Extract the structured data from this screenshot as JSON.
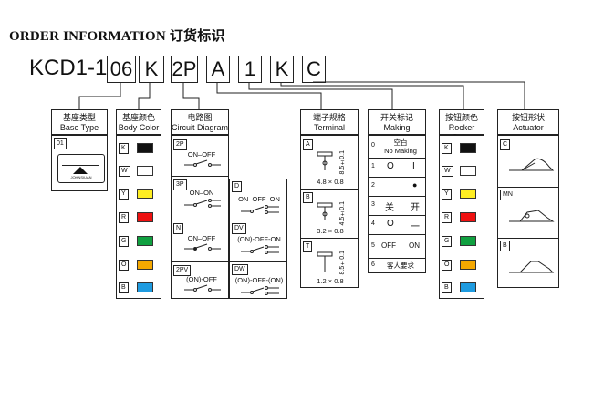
{
  "title": "ORDER INFORMATION 订货标识",
  "code": {
    "prefix": "KCD1-1",
    "parts": [
      "06",
      "K",
      "2P",
      "A",
      "1",
      "K",
      "C"
    ]
  },
  "colors": {
    "black": "#111111",
    "white": "#ffffff",
    "yellow": "#ffee22",
    "red": "#ee1111",
    "green": "#10a040",
    "orange": "#f5a800",
    "blue": "#1e9be0"
  },
  "base_type": {
    "header_cn": "基座类型",
    "header_en": "Base Type",
    "code": "01",
    "logo_text": "JOHNSIUAN"
  },
  "body_color": {
    "header_cn": "基座颜色",
    "header_en": "Body Color",
    "items": [
      {
        "code": "K",
        "color": "#111111"
      },
      {
        "code": "W",
        "color": "#ffffff"
      },
      {
        "code": "Y",
        "color": "#ffee22"
      },
      {
        "code": "R",
        "color": "#ee1111"
      },
      {
        "code": "G",
        "color": "#10a040"
      },
      {
        "code": "O",
        "color": "#f5a800"
      },
      {
        "code": "B",
        "color": "#1e9be0"
      }
    ]
  },
  "circuit": {
    "header_cn": "电路图",
    "header_en": "Circuit Diagram",
    "items": [
      {
        "code": "2P",
        "label": "ON–OFF"
      },
      {
        "code": "3P",
        "label": "ON–ON"
      },
      {
        "code": "D",
        "label": "ON–OFF–ON"
      },
      {
        "code": "N",
        "label": "ON–OFF"
      },
      {
        "code": "DV",
        "label": "(ON)-OFF-ON"
      },
      {
        "code": "2PV",
        "label": "(ON)-OFF"
      },
      {
        "code": "DW",
        "label": "(ON)-OFF-(ON)"
      }
    ]
  },
  "terminal": {
    "header_cn": "端子规格",
    "header_en": "Terminal",
    "items": [
      {
        "code": "A",
        "size": "4.8 × 0.8",
        "dim": "8.5±0.1"
      },
      {
        "code": "B",
        "size": "3.2 × 0.8",
        "dim": "4.5±0.1"
      },
      {
        "code": "T",
        "size": "1.2 × 0.8",
        "dim": "8.5±0.1"
      }
    ]
  },
  "making": {
    "header_cn": "开关标记",
    "header_en": "Making",
    "items": [
      {
        "code": "0",
        "text": "空白\nNo Making"
      },
      {
        "code": "1",
        "left": "O",
        "right": "I"
      },
      {
        "code": "2",
        "left": "",
        "right": "●"
      },
      {
        "code": "3",
        "left": "关",
        "right": "开"
      },
      {
        "code": "4",
        "left": "O",
        "right": "一"
      },
      {
        "code": "5",
        "left": "OFF",
        "right": "ON"
      },
      {
        "code": "6",
        "text": "客人要求"
      }
    ]
  },
  "rocker_color": {
    "header_cn": "按钮颜色",
    "header_en": "Rocker Color",
    "items": [
      {
        "code": "K",
        "color": "#111111"
      },
      {
        "code": "W",
        "color": "#ffffff"
      },
      {
        "code": "Y",
        "color": "#ffee22"
      },
      {
        "code": "R",
        "color": "#ee1111"
      },
      {
        "code": "G",
        "color": "#10a040"
      },
      {
        "code": "O",
        "color": "#f5a800"
      },
      {
        "code": "B",
        "color": "#1e9be0"
      }
    ]
  },
  "actuator": {
    "header_cn": "按钮形状",
    "header_en": "Actuator",
    "items": [
      {
        "code": "C"
      },
      {
        "code": "MN"
      },
      {
        "code": "B"
      }
    ]
  }
}
